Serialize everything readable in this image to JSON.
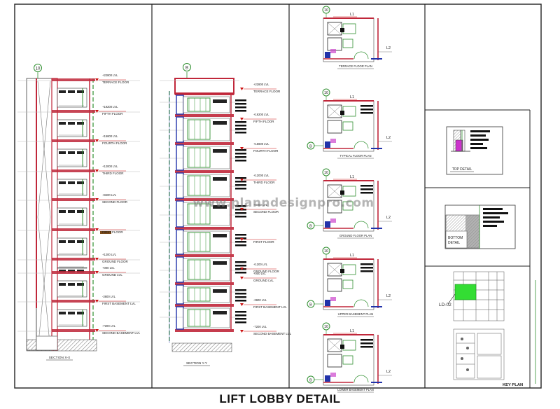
{
  "title": "LIFT LOBBY DETAIL",
  "watermark": "www.planndesignpro.com",
  "colors": {
    "wall_red": "#c0273a",
    "lift_green": "#2f8f2f",
    "column_blue": "#2233aa",
    "ground_gray": "#888888",
    "highlight_green": "#33dd33",
    "annotation_red": "#cc1111"
  },
  "section_left": {
    "grid_bubble": "10",
    "caption": "SECTION X-X",
    "levels": [
      {
        "value": "+22800 LVL",
        "label": "TERRACE FLOOR"
      },
      {
        "value": "+19200 LVL",
        "label": "FIFTH FLOOR"
      },
      {
        "value": "+15600 LVL",
        "label": "FOURTH FLOOR"
      },
      {
        "value": "+12000 LVL",
        "label": "THIRD FLOOR"
      },
      {
        "value": "+8400 LVL",
        "label": "SECOND FLOOR"
      },
      {
        "value": "",
        "label": "FIRST FLOOR"
      },
      {
        "value": "+1200 LVL",
        "label": "GROUND FLOOR"
      },
      {
        "value": "+000 LVL",
        "label": "GROUND LVL"
      },
      {
        "value": "-3600 LVL",
        "label": "FIRST BASEMENT LVL"
      },
      {
        "value": "-7200 LVL",
        "label": "SECOND BASEMENT LVL"
      }
    ]
  },
  "section_right": {
    "grid_bubble": "B",
    "caption": "SECTION Y-Y",
    "levels": [
      {
        "value": "+22800 LVL",
        "label": "TERRACE FLOOR"
      },
      {
        "value": "+19200 LVL",
        "label": "FIFTH FLOOR"
      },
      {
        "value": "+15600 LVL",
        "label": "FOURTH FLOOR"
      },
      {
        "value": "+12000 LVL",
        "label": "THIRD FLOOR"
      },
      {
        "value": "+8400 LVL",
        "label": "SECOND FLOOR"
      },
      {
        "value": "",
        "label": "FIRST FLOOR"
      },
      {
        "value": "+1200 LVL",
        "label": "GROUND FLOOR"
      },
      {
        "value": "+000 LVL",
        "label": "GROUND LVL"
      },
      {
        "value": "-3600 LVL",
        "label": "FIRST BASEMENT LVL"
      },
      {
        "value": "-7200 LVL",
        "label": "SECOND BASEMENT LVL"
      }
    ]
  },
  "plans": [
    {
      "caption": "TERRACE FLOOR PLAN",
      "grid_top": "10",
      "grid_left": ""
    },
    {
      "caption": "TYPICAL FLOOR PLAN",
      "grid_top": "10",
      "grid_left": "B"
    },
    {
      "caption": "GROUND FLOOR PLAN",
      "grid_top": "10",
      "grid_left": "B"
    },
    {
      "caption": "UPPER BASEMENT PLAN",
      "grid_top": "10",
      "grid_left": "B"
    },
    {
      "caption": "LOWER BASEMENT PLAN",
      "grid_top": "10",
      "grid_left": "B"
    }
  ],
  "plan_markers": {
    "l1": "L1",
    "l2": "L2"
  },
  "top_detail": {
    "caption": "TOP DETAIL"
  },
  "bottom_detail": {
    "caption_line1": "BOTTOM",
    "caption_line2": "DETAIL"
  },
  "key_plan": {
    "caption": "KEY PLAN",
    "tag": "LD-02"
  }
}
